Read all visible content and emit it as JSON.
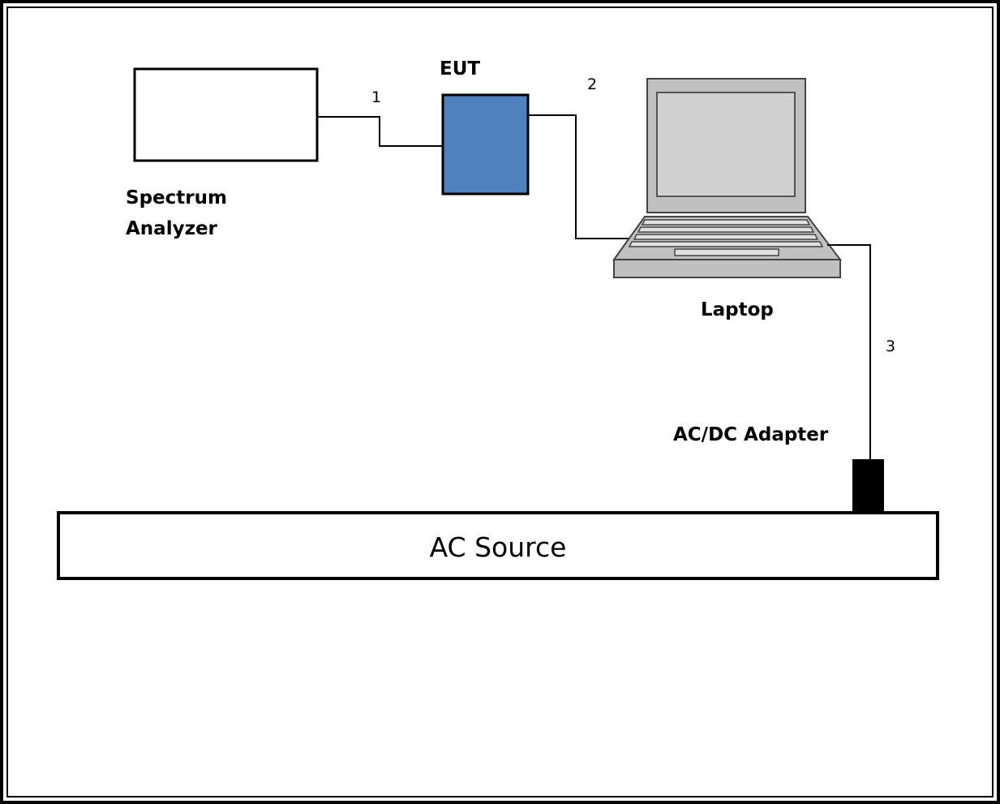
{
  "labels": {
    "spectrum_analyzer_line1": "Spectrum",
    "spectrum_analyzer_line2": "Analyzer",
    "eut": "EUT",
    "laptop": "Laptop",
    "adapter": "AC/DC Adapter",
    "ac_source": "AC Source"
  },
  "connections": {
    "cable_1": "1",
    "cable_2": "2",
    "cable_3": "3"
  },
  "colors": {
    "eut_fill": "#4f81bd",
    "laptop_body": "#c0c0c0",
    "laptop_screen": "#d0d0d0",
    "adapter_fill": "#000000",
    "outline": "#000000",
    "background": "#ffffff"
  }
}
